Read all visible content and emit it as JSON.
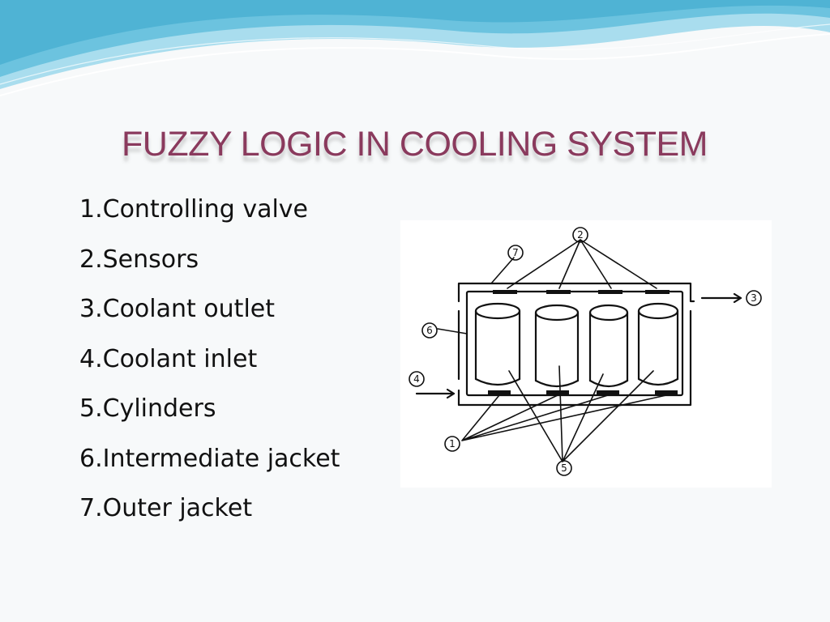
{
  "title": "FUZZY LOGIC IN COOLING SYSTEM",
  "legend": [
    "1.Controlling valve",
    "2.Sensors",
    "3.Coolant outlet",
    "4.Coolant inlet",
    "5.Cylinders",
    "6.Intermediate jacket",
    "7.Outer jacket"
  ],
  "diagram": {
    "callouts": [
      "1",
      "2",
      "3",
      "4",
      "5",
      "6",
      "7"
    ]
  },
  "colors": {
    "title": "#8a3a5d",
    "wave_dark": "#4fb3d4",
    "wave_light": "#a9ddee"
  }
}
